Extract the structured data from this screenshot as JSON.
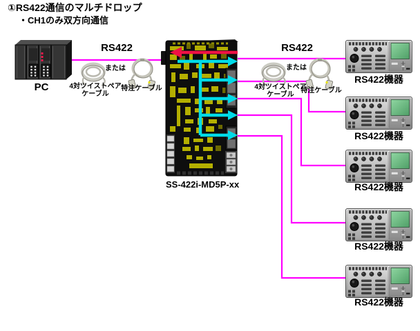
{
  "title": {
    "line1": "①RS422通信のマルチドロップ",
    "line2": "・CH1のみ双方向通信"
  },
  "pc": {
    "label": "PC"
  },
  "hub": {
    "model": "SS-422i-MD5P-xx"
  },
  "left_link": {
    "protocol": "RS422",
    "or_text": "または",
    "twisted_pair_line1": "4対ツイストペア",
    "twisted_pair_line2": "ケーブル",
    "custom_cable": "特注ケーブル"
  },
  "right_link": {
    "protocol": "RS422",
    "or_text": "または",
    "twisted_pair_line1": "4対ツイストペア",
    "twisted_pair_line2": "ケーブル",
    "custom_cable": "特注ケーブル"
  },
  "devices": [
    {
      "label": "RS422機器"
    },
    {
      "label": "RS422機器"
    },
    {
      "label": "RS422機器"
    },
    {
      "label": "RS422機器"
    },
    {
      "label": "RS422機器"
    }
  ],
  "colors": {
    "link_line": "#ff00ff",
    "downstream_arrow": "#00dbe8",
    "upstream_arrow": "#ee1245",
    "device_screen": "#6fbe87",
    "hub_pcb_yellow": "#c6c100"
  }
}
